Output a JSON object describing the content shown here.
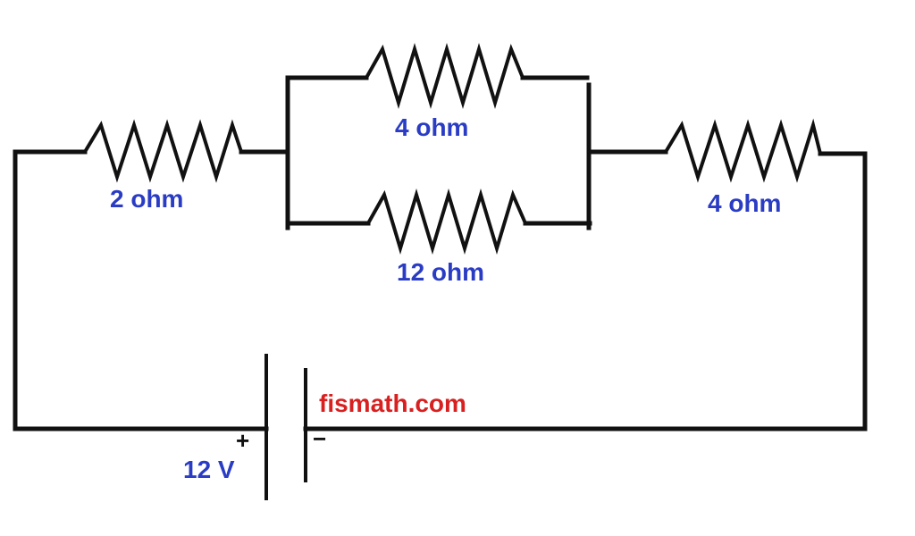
{
  "resistors": {
    "left": {
      "label": "2 ohm"
    },
    "parallel_top": {
      "label": "4 ohm"
    },
    "parallel_bottom": {
      "label": "12 ohm"
    },
    "right": {
      "label": "4 ohm"
    }
  },
  "battery": {
    "label": "12 V",
    "positive": "+",
    "negative": "−"
  },
  "watermark": "fismath.com",
  "colors": {
    "label": "#2a3cc4",
    "watermark": "#d82020",
    "wire": "#111111"
  }
}
